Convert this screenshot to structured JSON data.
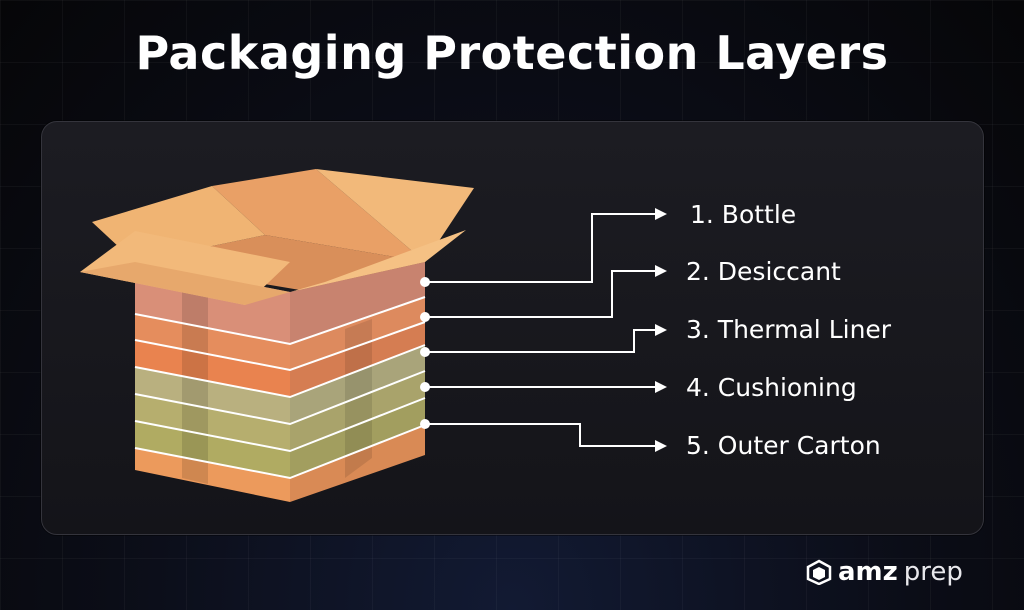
{
  "title": "Packaging Protection Layers",
  "layers": [
    {
      "label": "1. Bottle"
    },
    {
      "label": "2. Desiccant"
    },
    {
      "label": "3. Thermal Liner"
    },
    {
      "label": "4. Cushioning"
    },
    {
      "label": "5. Outer Carton"
    }
  ],
  "brand": {
    "bold": "amz",
    "light": "prep"
  },
  "colors": {
    "background": "#0b0d17",
    "card": "#17171c",
    "flap": "#f2b97a",
    "connector": "#ffffff"
  },
  "icons": [
    "open-box-icon",
    "amzprep-logo-icon"
  ]
}
